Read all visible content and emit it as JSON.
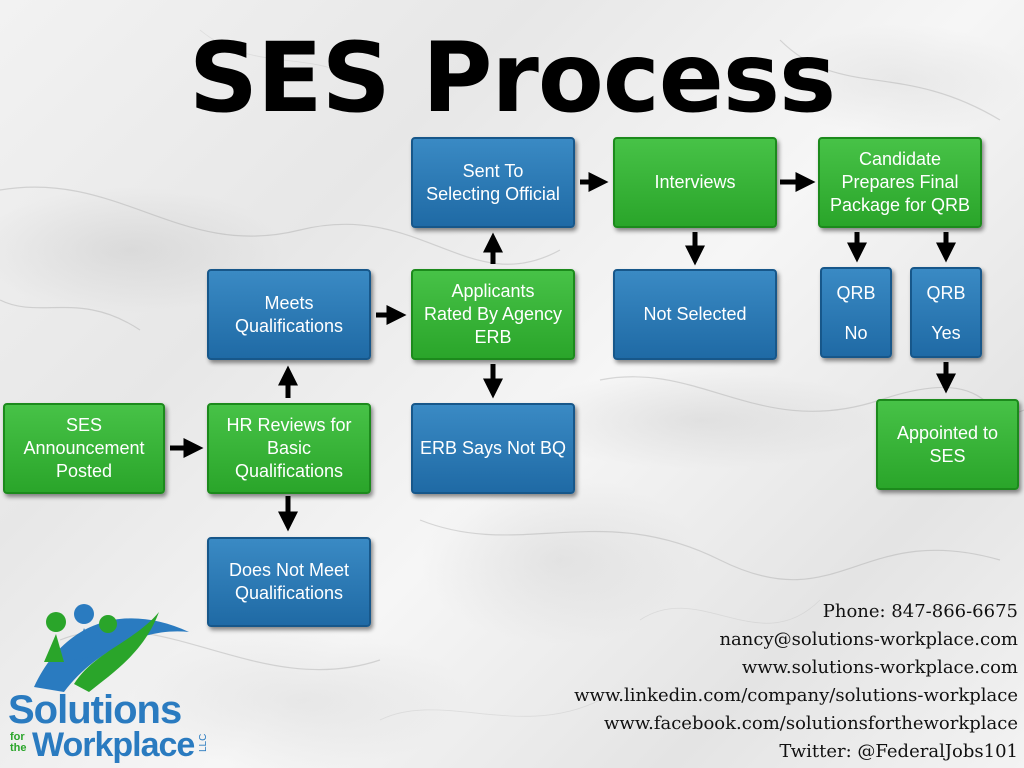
{
  "title": "SES Process",
  "nodes": {
    "announcement": "SES\nAnnouncement\nPosted",
    "hr_reviews": "HR Reviews for\nBasic\nQualifications",
    "does_not_meet": "Does Not Meet\nQualifications",
    "meets": "Meets\nQualifications",
    "applicants_rated": "Applicants\nRated By Agency\nERB",
    "erb_not_bq": "ERB Says Not BQ",
    "sent_to_selecting": "Sent To\nSelecting Official",
    "interviews": "Interviews",
    "not_selected": "Not Selected",
    "candidate_prepares": "Candidate\nPrepares Final\nPackage for QRB",
    "qrb_no": "QRB\n\nNo",
    "qrb_yes": "QRB\n\nYes",
    "appointed": "Appointed to\nSES"
  },
  "contact": {
    "phone": "Phone: 847-866-6675",
    "email": "nancy@solutions-workplace.com",
    "website": "www.solutions-workplace.com",
    "linkedin": "www.linkedin.com/company/solutions-workplace",
    "facebook": "www.facebook.com/solutionsfortheworkplace",
    "twitter": "Twitter: @FederalJobs101"
  },
  "logo": {
    "line1": "Solutions",
    "small_for": "for",
    "small_the": "the",
    "line2": "Workplace",
    "llc": "LLC"
  },
  "colors": {
    "green": "#2aa52a",
    "blue": "#1f6aa5",
    "arrow": "#000000"
  }
}
